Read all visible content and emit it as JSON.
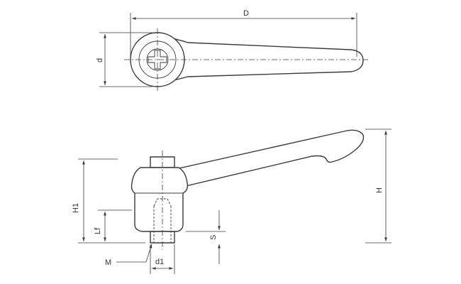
{
  "labels": {
    "D": "D",
    "d": "d",
    "H": "H",
    "H1": "H1",
    "Lf": "Lf",
    "S": "S",
    "M": "M",
    "d1": "d1"
  }
}
